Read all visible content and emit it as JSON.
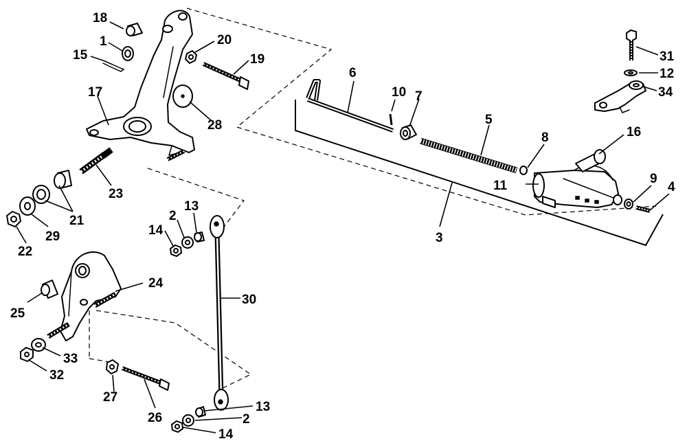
{
  "labels": {
    "n1": "1",
    "n2": "2",
    "n2b": "2",
    "n3": "3",
    "n4": "4",
    "n5": "5",
    "n6": "6",
    "n7": "7",
    "n8": "8",
    "n9": "9",
    "n10": "10",
    "n11": "11",
    "n12": "12",
    "n13": "13",
    "n13b": "13",
    "n14": "14",
    "n14b": "14",
    "n15": "15",
    "n16": "16",
    "n17": "17",
    "n18": "18",
    "n19": "19",
    "n20": "20",
    "n21": "21",
    "n22": "22",
    "n23": "23",
    "n24": "24",
    "n25": "25",
    "n26": "26",
    "n27": "27",
    "n28": "28",
    "n29": "29",
    "n30": "30",
    "n31": "31",
    "n32": "32",
    "n33": "33",
    "n34": "34"
  }
}
